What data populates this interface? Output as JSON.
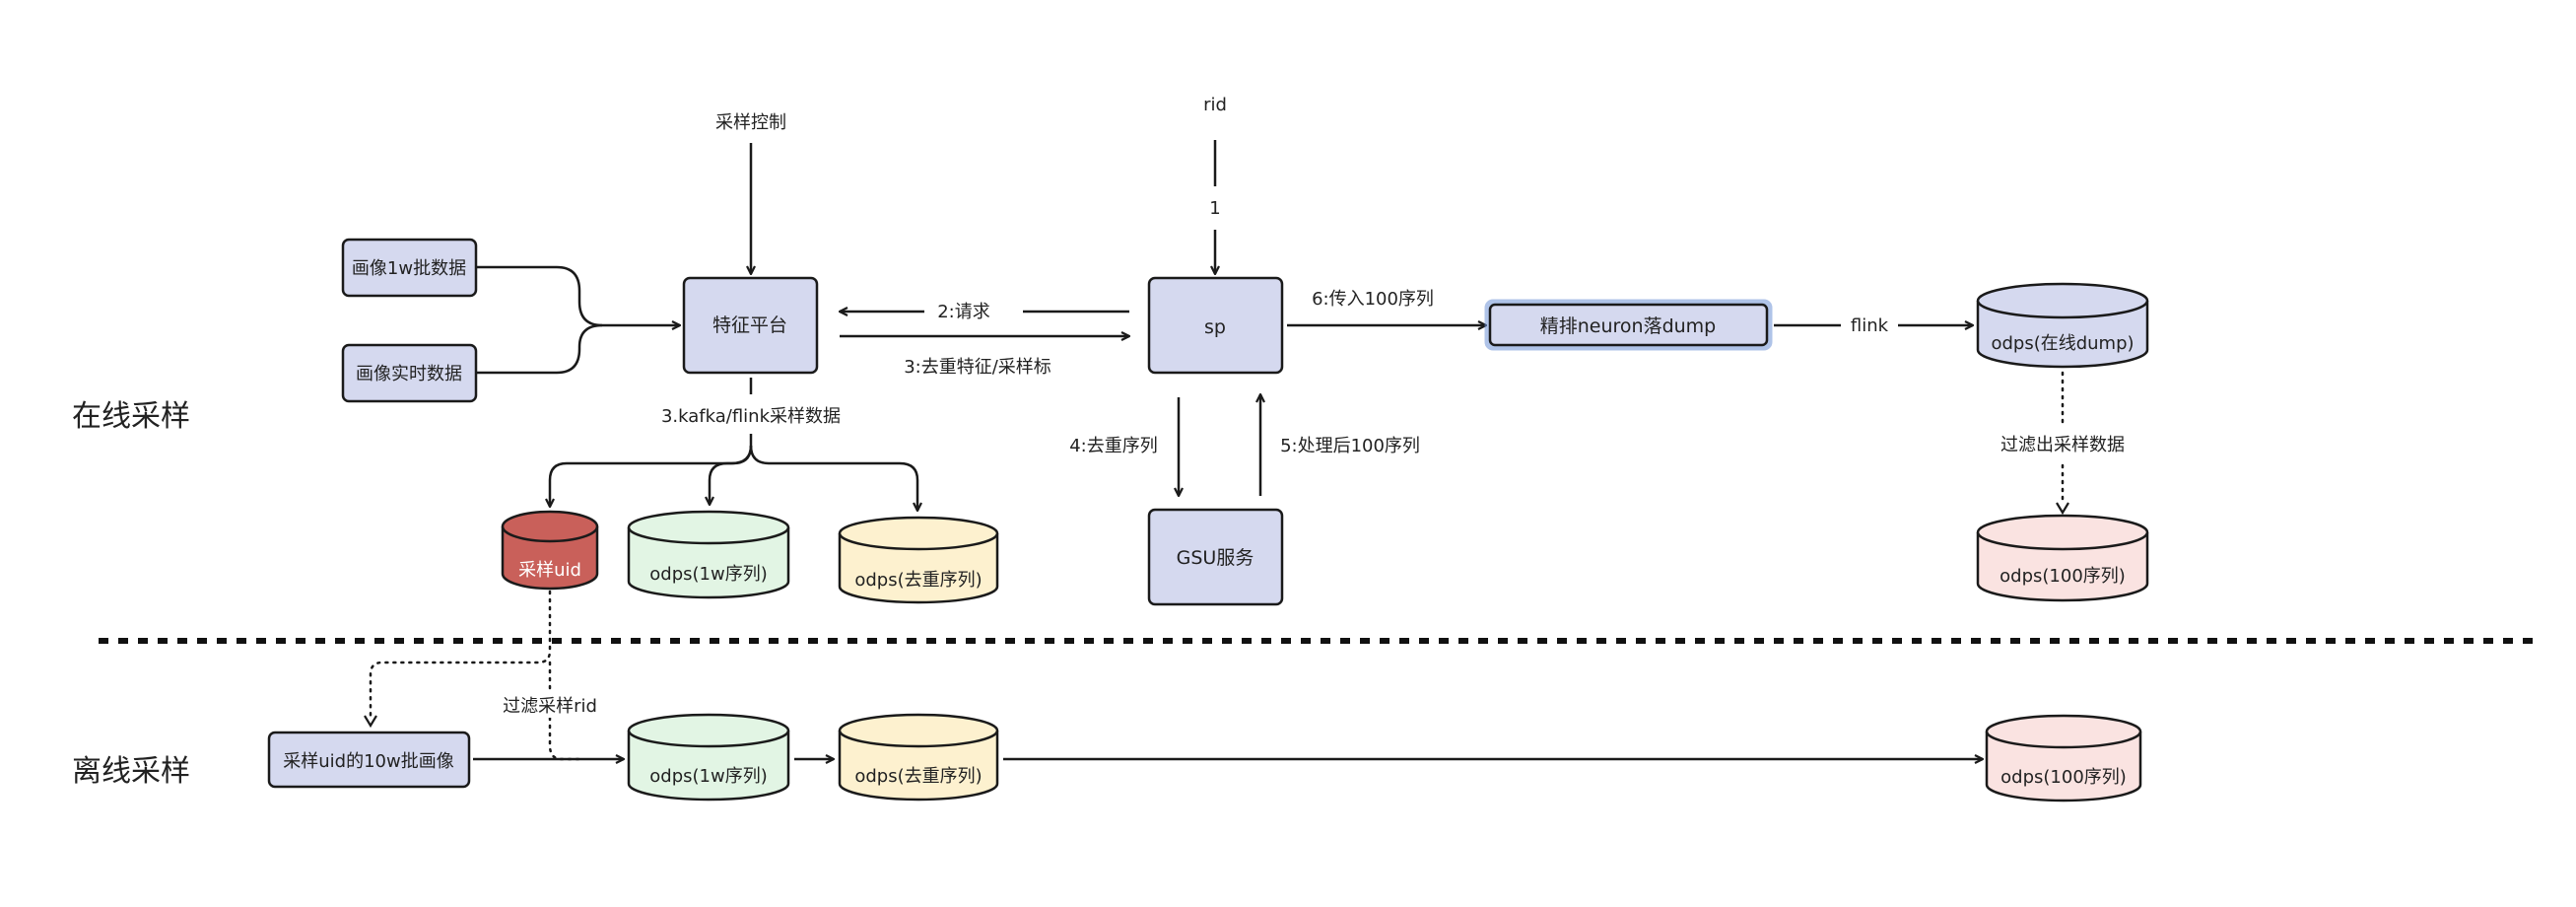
{
  "sections": {
    "online": "在线采样",
    "offline": "离线采样"
  },
  "boxes": {
    "portrait_batch": "画像1w批数据",
    "portrait_realtime": "画像实时数据",
    "feature_platform": "特征平台",
    "sp": "sp",
    "gsu": "GSU服务",
    "rank_dump": "精排neuron落dump",
    "sampled_uid_batch": "采样uid的10w批画像"
  },
  "cylinders": {
    "sampled_uid": "采样uid",
    "odps_1w_online": "odps(1w序列)",
    "odps_dedup_online": "odps(去重序列)",
    "odps_online_dump": "odps(在线dump)",
    "odps_100_online": "odps(100序列)",
    "odps_1w_offline": "odps(1w序列)",
    "odps_dedup_offline": "odps(去重序列)",
    "odps_100_offline": "odps(100序列)"
  },
  "labels": {
    "sample_control": "采样控制",
    "rid": "rid",
    "step1": "1",
    "step2": "2:请求",
    "step3": "3:去重特征/采样标",
    "kafka": "3.kafka/flink采样数据",
    "step4": "4:去重序列",
    "step5": "5:处理后100序列",
    "step6": "6:传入100序列",
    "flink": "flink",
    "filter_sample": "过滤出采样数据",
    "filter_rid": "过滤采样rid"
  },
  "colors": {
    "box_fill": "#d5d9ef",
    "sampled_uid_fill": "#c9605a",
    "green_fill": "#e2f5e4",
    "yellow_fill": "#fdf1cf",
    "pink_fill": "#fae3e1",
    "blue_fill": "#d5d9ef",
    "highlight_border": "#6f93d6"
  }
}
